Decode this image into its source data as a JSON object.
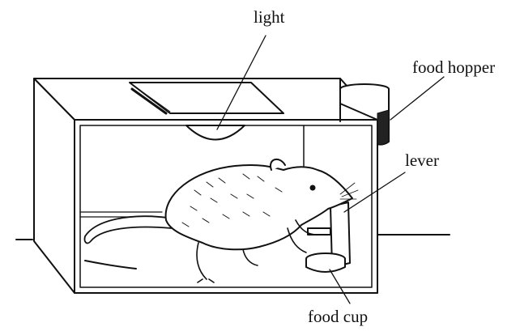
{
  "labels": {
    "light": "light",
    "food_hopper": "food hopper",
    "lever": "lever",
    "food_cup": "food cup"
  },
  "colors": {
    "ink": "#111111",
    "background": "#ffffff"
  },
  "subject": "rat"
}
